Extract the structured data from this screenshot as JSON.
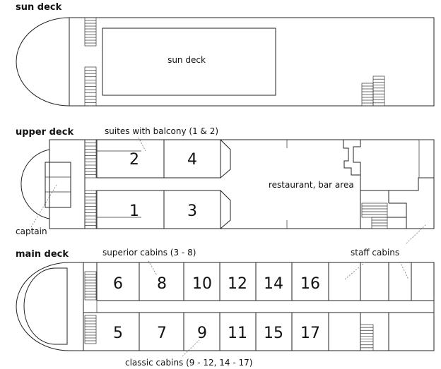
{
  "decks": {
    "sun": {
      "title": "sun deck",
      "area_label": "sun deck"
    },
    "upper": {
      "title": "upper deck",
      "suites_label": "suites with balcony (1 & 2)",
      "restaurant_label": "restaurant, bar area",
      "captain_label": "captain",
      "cabins": [
        "2",
        "4",
        "1",
        "3"
      ]
    },
    "main": {
      "title": "main deck",
      "superior_label": "superior cabins (3 - 8)",
      "staff_label": "staff cabins",
      "classic_label": "classic cabins (9 - 12, 14 - 17)",
      "top_row": [
        "6",
        "8",
        "10",
        "12",
        "14",
        "16"
      ],
      "bottom_row": [
        "5",
        "7",
        "9",
        "11",
        "15",
        "17"
      ]
    }
  }
}
